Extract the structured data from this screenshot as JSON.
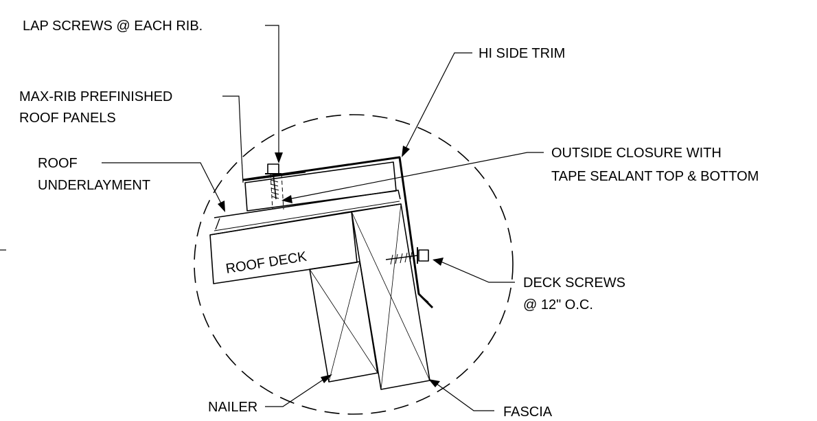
{
  "labels": {
    "lap_screws": "LAP SCREWS @ EACH RIB.",
    "hi_side_trim": "HI SIDE TRIM",
    "max_rib_line1": "MAX-RIB PREFINISHED",
    "max_rib_line2": "ROOF PANELS",
    "outside_closure_line1": "OUTSIDE CLOSURE WITH",
    "outside_closure_line2": "TAPE SEALANT TOP & BOTTOM",
    "roof_line1": "ROOF",
    "roof_line2": "UNDERLAYMENT",
    "roof_deck": "ROOF DECK",
    "deck_screws_line1": "DECK SCREWS",
    "deck_screws_line2": "@ 12\" O.C.",
    "nailer": "NAILER",
    "fascia": "FASCIA"
  }
}
